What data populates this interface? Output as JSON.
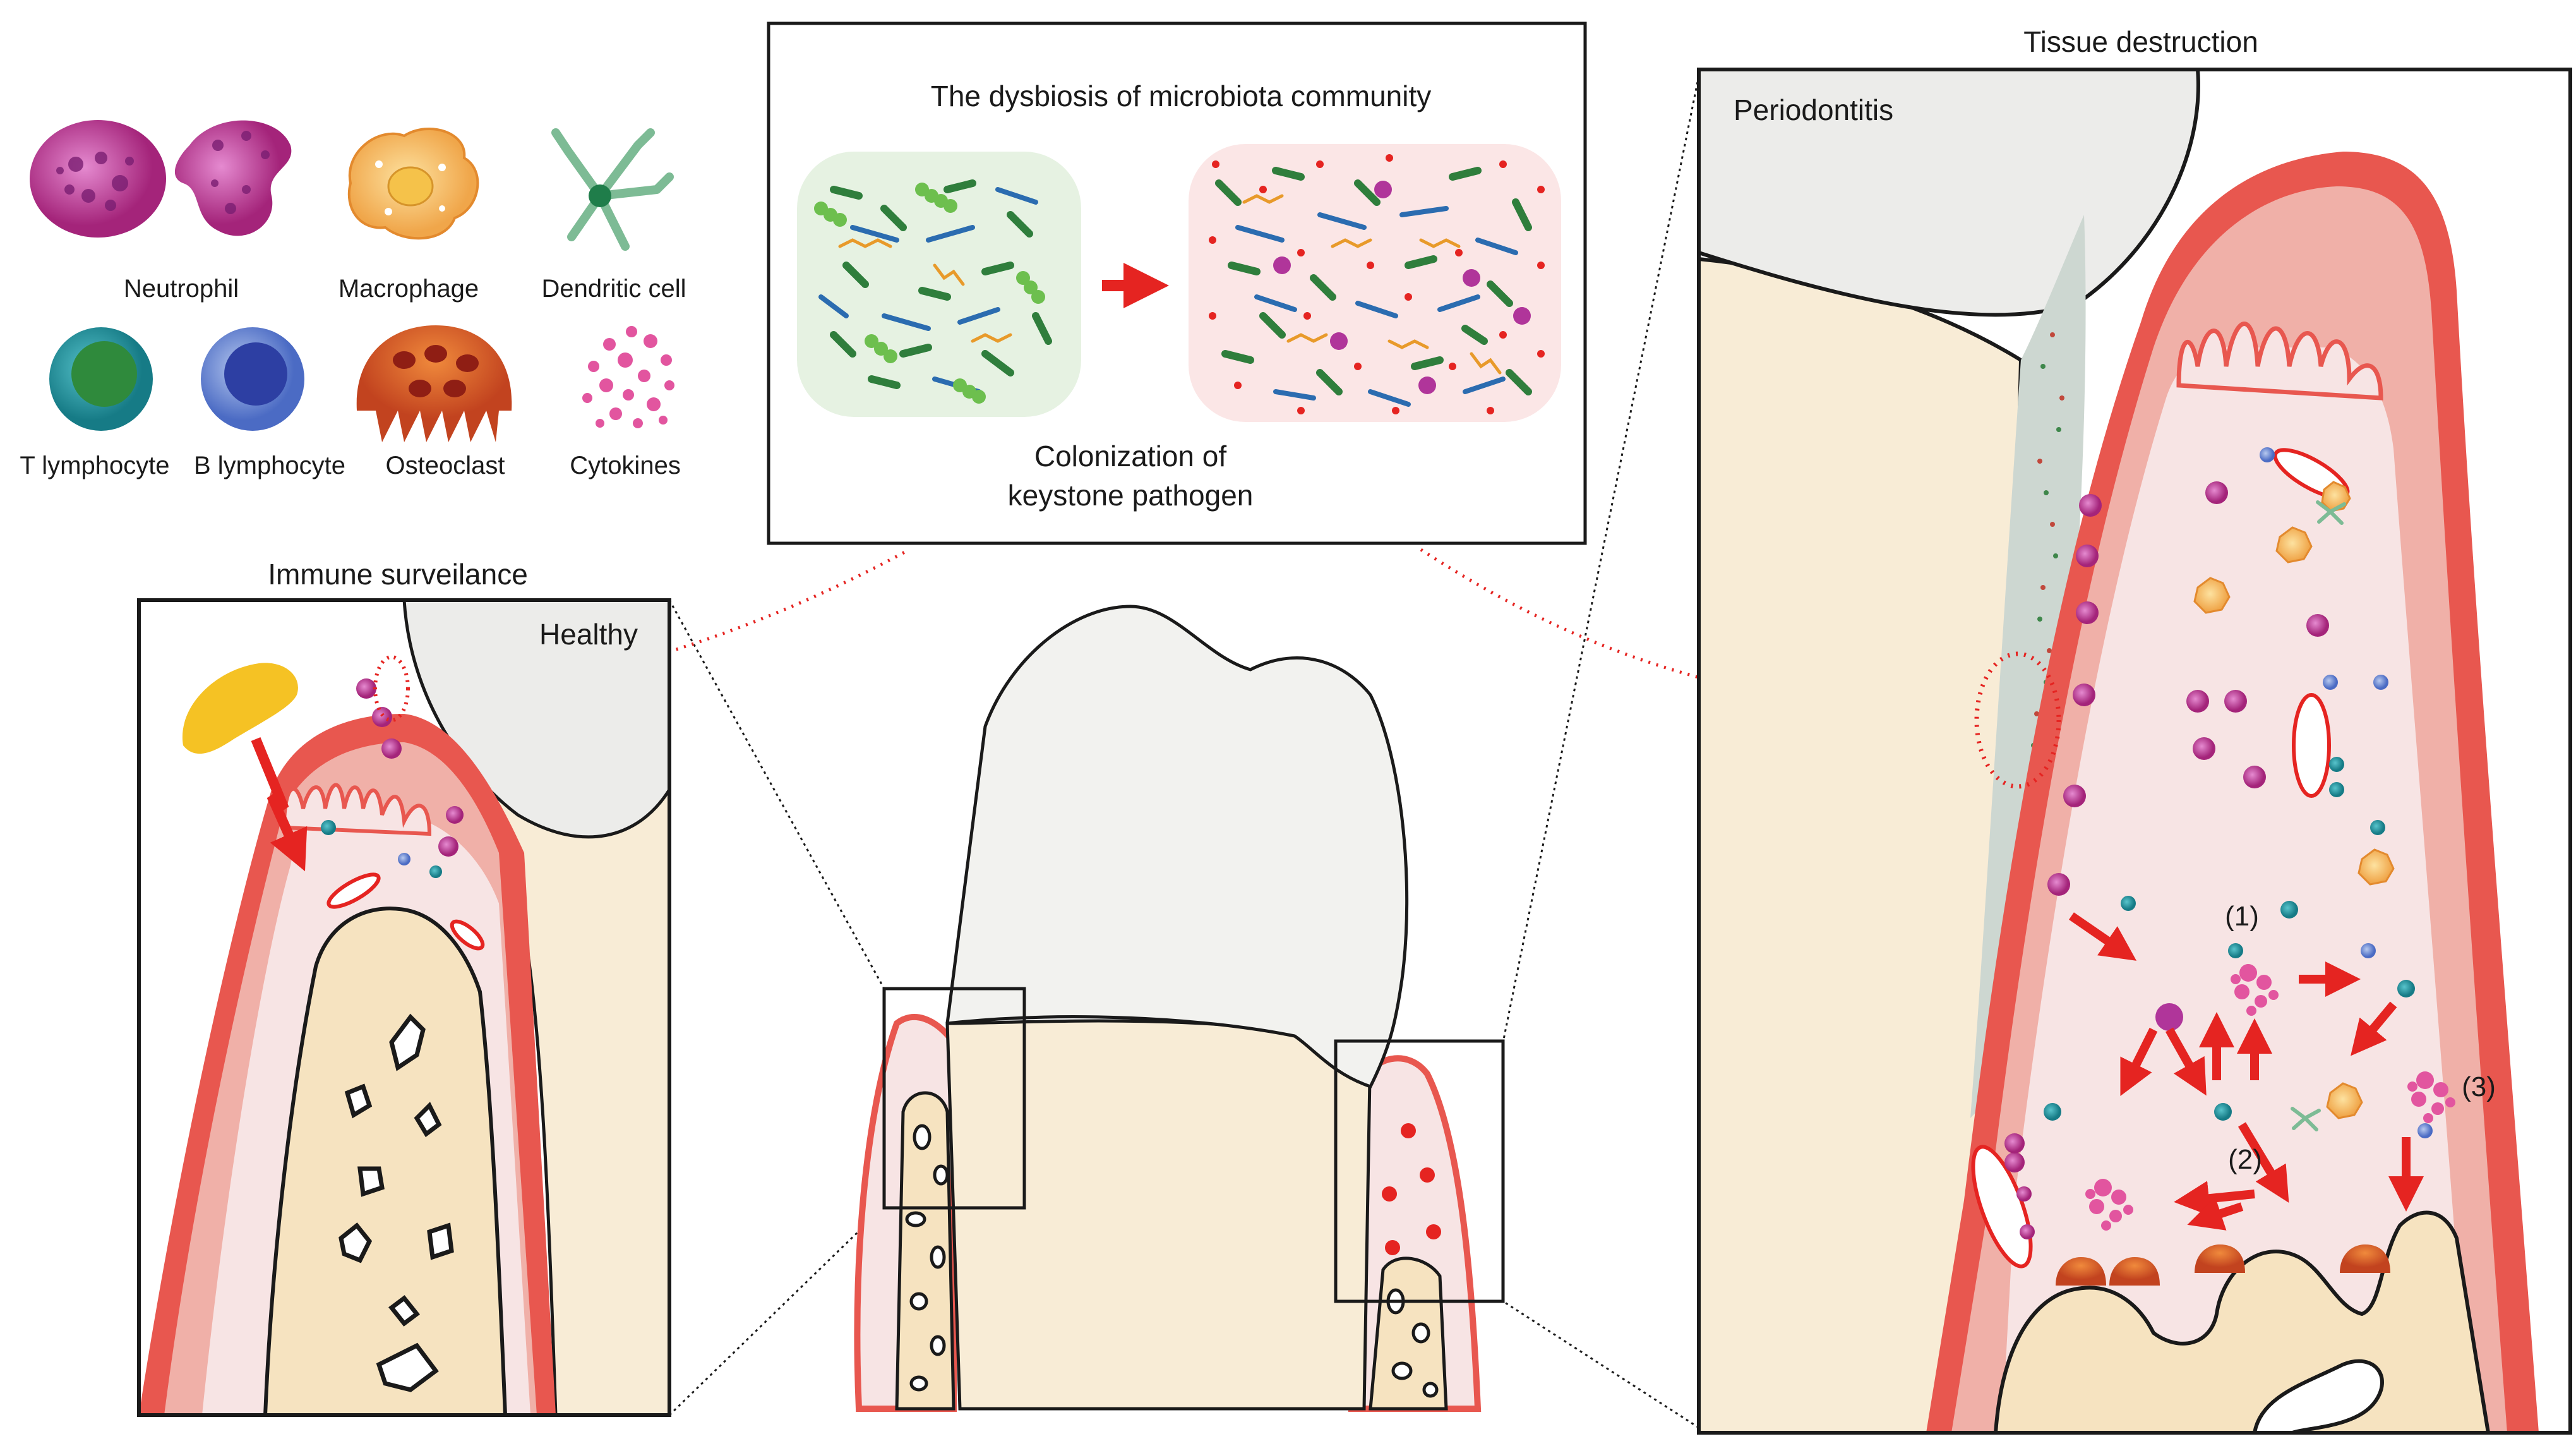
{
  "legend": {
    "neutrophil": "Neutrophil",
    "macrophage": "Macrophage",
    "dendritic_cell": "Dendritic cell",
    "t_lymphocyte": "T lymphocyte",
    "b_lymphocyte": "B lymphocyte",
    "osteoclast": "Osteoclast",
    "cytokines": "Cytokines"
  },
  "dysbiosis_panel": {
    "title": "The dysbiosis of microbiota community",
    "caption_line1": "Colonization of",
    "caption_line2": "keystone pathogen"
  },
  "healthy_panel": {
    "heading": "Immune surveilance",
    "label": "Healthy"
  },
  "disease_panel": {
    "heading": "Tissue destruction",
    "label": "Periodontitis",
    "step1": "(1)",
    "step2": "(2)",
    "step3": "(3)"
  },
  "colors": {
    "gingiva_red": "#e8574f",
    "gingiva_light": "#f7e4e4",
    "bone": "#f6e3c0",
    "tooth": "#f2f2ef",
    "arrow_red": "#e52421",
    "healthy_bg": "#e6f2e2",
    "disease_bg": "#fbe6e6"
  }
}
